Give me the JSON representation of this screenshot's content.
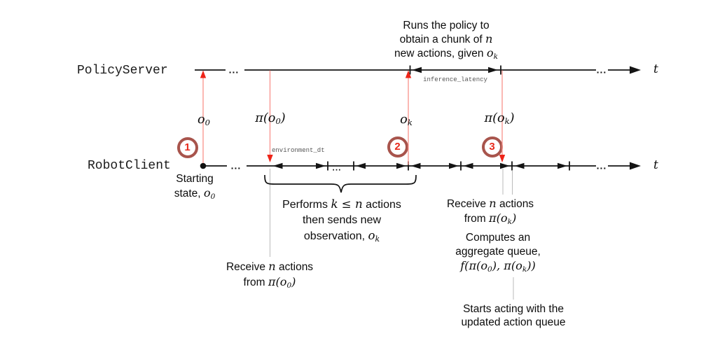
{
  "figure": {
    "top_note": {
      "lines": [
        [
          {
            "t": "Runs the policy to"
          }
        ],
        [
          {
            "t": "obtain a chunk of "
          },
          {
            "t": "n",
            "m": 1
          }
        ],
        [
          {
            "t": "new actions, given "
          },
          {
            "t": "o",
            "m": 1
          },
          {
            "t": "k",
            "m": 1,
            "sub": 1
          }
        ]
      ]
    },
    "lanes": {
      "policy_server": {
        "label": "PolicyServer",
        "axis": "t"
      },
      "robot_client": {
        "label": "RobotClient",
        "axis": "t"
      }
    },
    "ellipsis": "...",
    "signals": {
      "o0": [
        {
          "t": "o",
          "m": 1
        },
        {
          "t": "0",
          "m": 1,
          "sub": 1
        }
      ],
      "pi_o0": [
        {
          "t": "π(o",
          "m": 1
        },
        {
          "t": "0",
          "m": 1,
          "sub": 1
        },
        {
          "t": ")",
          "m": 1
        }
      ],
      "ok": [
        {
          "t": "o",
          "m": 1
        },
        {
          "t": "k",
          "m": 1,
          "sub": 1
        }
      ],
      "pi_ok": [
        {
          "t": "π(o",
          "m": 1
        },
        {
          "t": "k",
          "m": 1,
          "sub": 1
        },
        {
          "t": ")",
          "m": 1
        }
      ]
    },
    "timing": {
      "inference_latency": "inference_latency",
      "environment_dt": "environment_dt"
    },
    "markers": [
      {
        "label": "1"
      },
      {
        "label": "2"
      },
      {
        "label": "3"
      }
    ],
    "annotations": {
      "starting_state": {
        "lines": [
          [
            {
              "t": "Starting"
            }
          ],
          [
            {
              "t": "state, "
            },
            {
              "t": "o",
              "m": 1
            },
            {
              "t": "0",
              "m": 1,
              "sub": 1
            }
          ]
        ]
      },
      "performs": {
        "lines": [
          [
            {
              "t": "Performs "
            },
            {
              "t": "k ≤ n",
              "m": 1
            },
            {
              "t": " actions"
            }
          ],
          [
            {
              "t": "then sends new"
            }
          ],
          [
            {
              "t": "observation, "
            },
            {
              "t": "o",
              "m": 1
            },
            {
              "t": "k",
              "m": 1,
              "sub": 1
            }
          ]
        ]
      },
      "receive_o0": {
        "lines": [
          [
            {
              "t": "Receive "
            },
            {
              "t": "n",
              "m": 1
            },
            {
              "t": " actions"
            }
          ],
          [
            {
              "t": "from "
            },
            {
              "t": "π(o",
              "m": 1
            },
            {
              "t": "0",
              "m": 1,
              "sub": 1
            },
            {
              "t": ")",
              "m": 1
            }
          ]
        ]
      },
      "receive_ok": {
        "lines": [
          [
            {
              "t": "Receive "
            },
            {
              "t": "n",
              "m": 1
            },
            {
              "t": " actions"
            }
          ],
          [
            {
              "t": "from "
            },
            {
              "t": "π(o",
              "m": 1
            },
            {
              "t": "k",
              "m": 1,
              "sub": 1
            },
            {
              "t": ")",
              "m": 1
            }
          ]
        ]
      },
      "computes": {
        "lines": [
          [
            {
              "t": "Computes an"
            }
          ],
          [
            {
              "t": "aggregate queue,"
            }
          ],
          [
            {
              "t": "f",
              "m": 1
            },
            {
              "t": "(π(o",
              "m": 1
            },
            {
              "t": "0",
              "m": 1,
              "sub": 1
            },
            {
              "t": "), π(o",
              "m": 1
            },
            {
              "t": "k",
              "m": 1,
              "sub": 1
            },
            {
              "t": "))",
              "m": 1
            }
          ]
        ]
      },
      "starts_acting": {
        "lines": [
          [
            {
              "t": "Starts acting with the"
            }
          ],
          [
            {
              "t": "updated action queue"
            }
          ]
        ]
      }
    },
    "colors": {
      "timeline": "#141414",
      "signal_arrow": "#ee2418",
      "signal_line": "#f9918a",
      "marker_ring": "#a8544c",
      "marker_number": "#e8291c",
      "connector": "#bbbbbb",
      "timing_text": "#555555"
    }
  }
}
